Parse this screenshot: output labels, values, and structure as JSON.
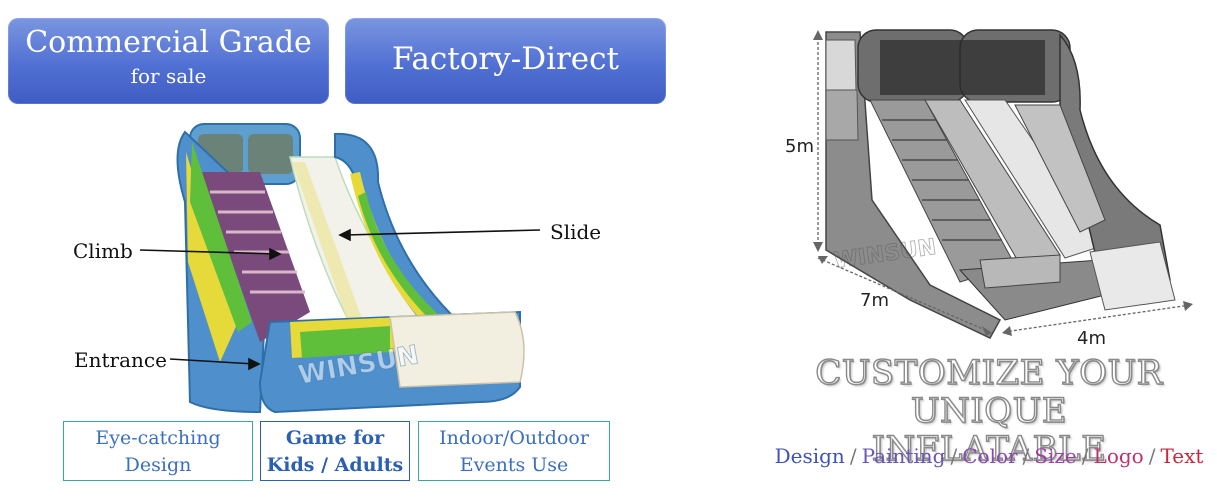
{
  "badges": {
    "commercial": {
      "title": "Commercial Grade",
      "subtitle": "for sale"
    },
    "factory": {
      "title": "Factory-Direct"
    }
  },
  "callouts": {
    "climb": "Climb",
    "slide": "Slide",
    "entrance": "Entrance"
  },
  "watermark": "WINSUN",
  "features": [
    {
      "line1": "Eye-catching",
      "line2": "Design"
    },
    {
      "line1": "Game for",
      "line2": "Kids / Adults"
    },
    {
      "line1": "Indoor/Outdoor",
      "line2": "Events Use"
    }
  ],
  "dimensions": {
    "height": "5m",
    "length": "7m",
    "width": "4m"
  },
  "customize": {
    "line1": "CUSTOMIZE YOUR UNIQUE",
    "line2": "INFLATABLE",
    "options": [
      "Design",
      "Painting",
      "Color",
      "Size",
      "Logo",
      "Text"
    ],
    "separator": "/"
  },
  "colors": {
    "badge_blue": "#5170d3",
    "feature_teal": "#36a8a0",
    "feature_blue": "#3a6fc1",
    "options": [
      "#3f53b0",
      "#6b55b8",
      "#8a48b0",
      "#a03fa8",
      "#c0306e",
      "#c8283c"
    ]
  }
}
